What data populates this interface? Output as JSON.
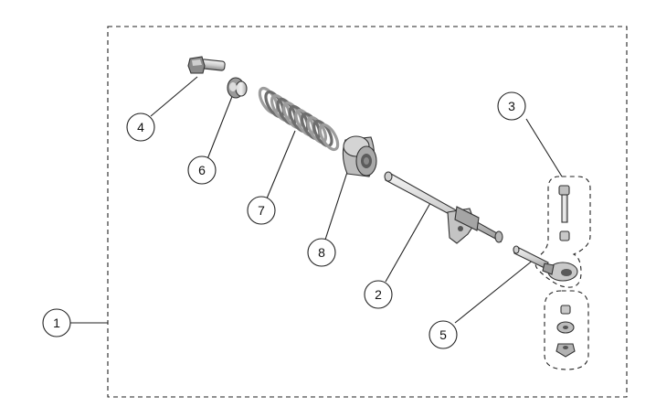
{
  "callouts": {
    "c1": "1",
    "c2": "2",
    "c3": "3",
    "c4": "4",
    "c5": "5",
    "c6": "6",
    "c7": "7",
    "c8": "8"
  },
  "colors": {
    "line": "#222222",
    "part_light": "#e6e6e6",
    "part_mid": "#bdbdbd",
    "part_dark": "#7a7a7a"
  }
}
